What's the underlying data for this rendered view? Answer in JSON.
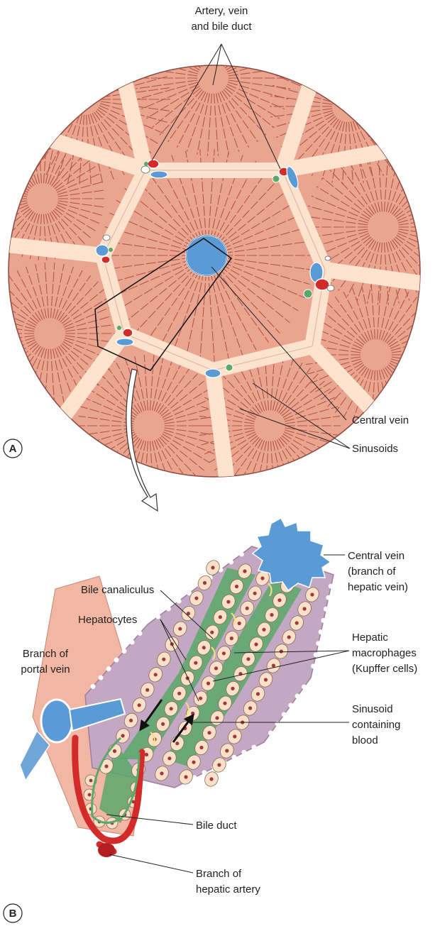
{
  "panel_a": {
    "letter": "A",
    "labels": {
      "artery_vein_bile_duct_line1": "Artery, vein",
      "artery_vein_bile_duct_line2": "and bile duct",
      "central_vein": "Central vein",
      "sinusoids": "Sinusoids"
    }
  },
  "panel_b": {
    "letter": "B",
    "labels": {
      "bile_canaliculus": "Bile canaliculus",
      "hepatocytes": "Hepatocytes",
      "branch_portal_vein_line1": "Branch of",
      "branch_portal_vein_line2": "portal vein",
      "central_vein_line1": "Central vein",
      "central_vein_line2": "(branch of",
      "central_vein_line3": "hepatic vein)",
      "hepatic_macrophages_line1": "Hepatic",
      "hepatic_macrophages_line2": "macrophages",
      "hepatic_macrophages_line3": "(Kupffer cells)",
      "sinusoid_line1": "Sinusoid",
      "sinusoid_line2": "containing",
      "sinusoid_line3": "blood",
      "bile_duct": "Bile duct",
      "branch_hepatic_artery_line1": "Branch of",
      "branch_hepatic_artery_line2": "hepatic artery"
    }
  },
  "colors": {
    "tissue": "#e9a590",
    "tissue_light": "#f6dccb",
    "sinusoid_line": "#b5564a",
    "septa": "#fbe3cd",
    "vein_blue": "#5b9bd5",
    "artery_red": "#d32a2a",
    "bile_green": "#5aa86a",
    "lavender": "#c4a8c3",
    "hepatocyte": "#f8e0c9",
    "nucleus": "#a3383c"
  }
}
